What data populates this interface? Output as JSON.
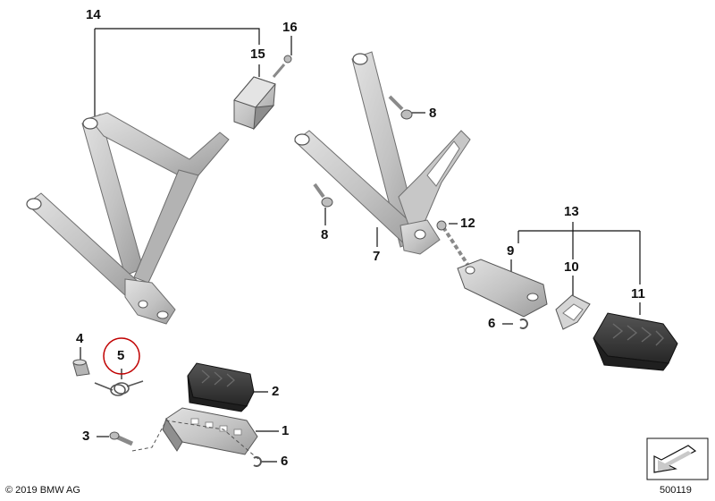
{
  "callouts": {
    "c1": "1",
    "c2": "2",
    "c3": "3",
    "c4": "4",
    "c5": "5",
    "c6a": "6",
    "c6b": "6",
    "c7": "7",
    "c8a": "8",
    "c8b": "8",
    "c9": "9",
    "c10": "10",
    "c11": "11",
    "c12": "12",
    "c13": "13",
    "c14": "14",
    "c15": "15",
    "c16": "16"
  },
  "highlight": {
    "callout": "5",
    "color": "#c00000"
  },
  "footer": {
    "copyright": "© 2019 BMW AG",
    "diagram_number": "500119"
  },
  "colors": {
    "metal": "#c9c9c9",
    "metal_shade": "#9a9a9a",
    "rubber": "#3a3a3a",
    "line": "#111111"
  }
}
